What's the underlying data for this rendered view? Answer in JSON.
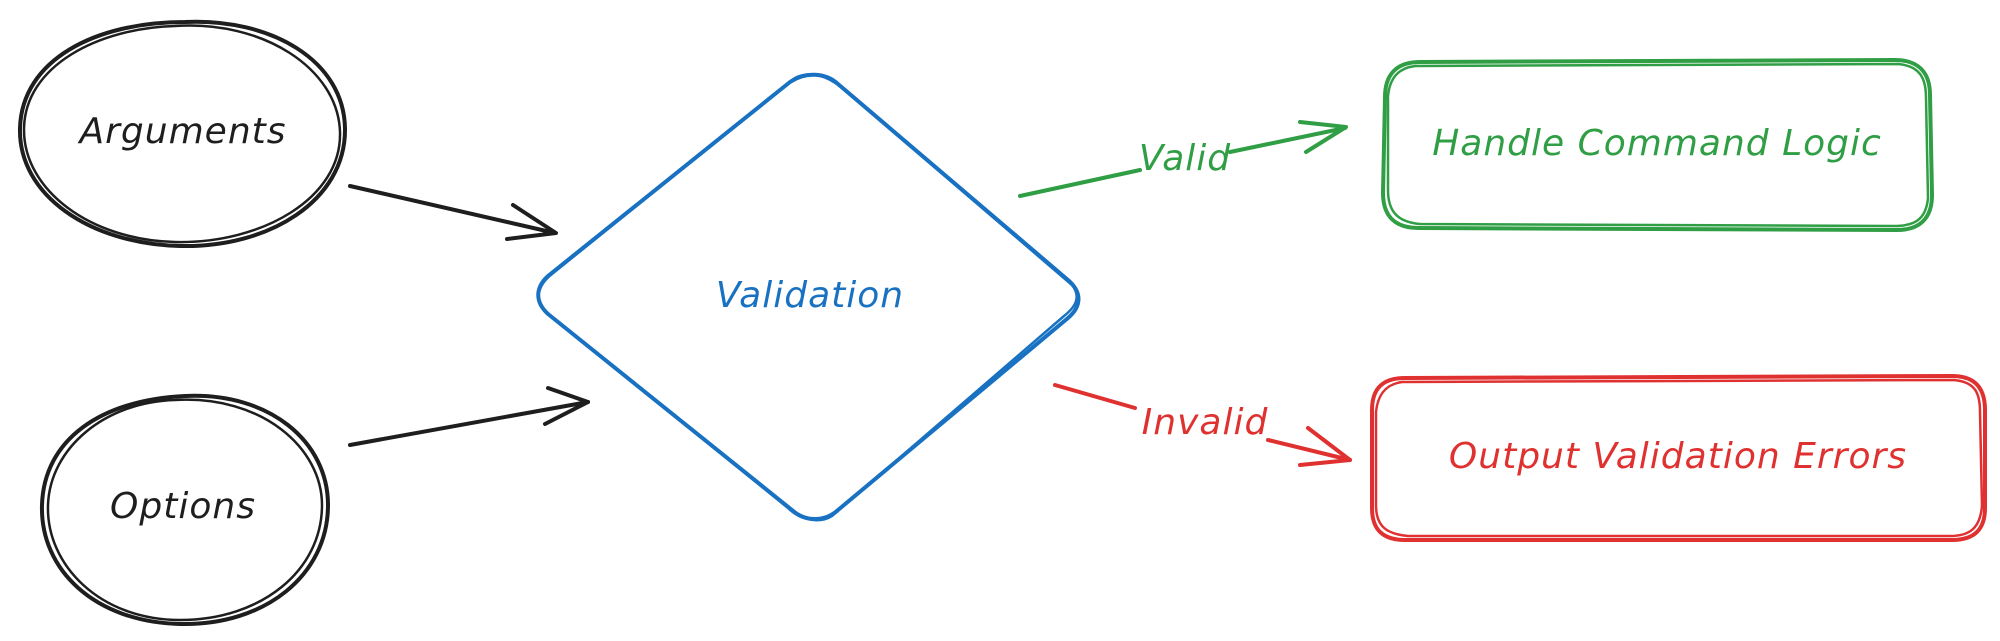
{
  "diagram": {
    "nodes": {
      "arguments": {
        "label": "Arguments",
        "shape": "ellipse",
        "color": "#1e1e1e"
      },
      "options": {
        "label": "Options",
        "shape": "ellipse",
        "color": "#1e1e1e"
      },
      "validation": {
        "label": "Validation",
        "shape": "diamond",
        "color": "#1971c2"
      },
      "handle": {
        "label": "Handle Command Logic",
        "shape": "rounded-rect",
        "color": "#2f9e44"
      },
      "errors": {
        "label": "Output Validation Errors",
        "shape": "rounded-rect",
        "color": "#e03131"
      }
    },
    "edges": {
      "args_to_validation": {
        "from": "arguments",
        "to": "validation",
        "label": "",
        "color": "#1e1e1e"
      },
      "options_to_validation": {
        "from": "options",
        "to": "validation",
        "label": "",
        "color": "#1e1e1e"
      },
      "valid": {
        "from": "validation",
        "to": "handle",
        "label": "Valid",
        "color": "#2f9e44"
      },
      "invalid": {
        "from": "validation",
        "to": "errors",
        "label": "Invalid",
        "color": "#e03131"
      }
    }
  }
}
